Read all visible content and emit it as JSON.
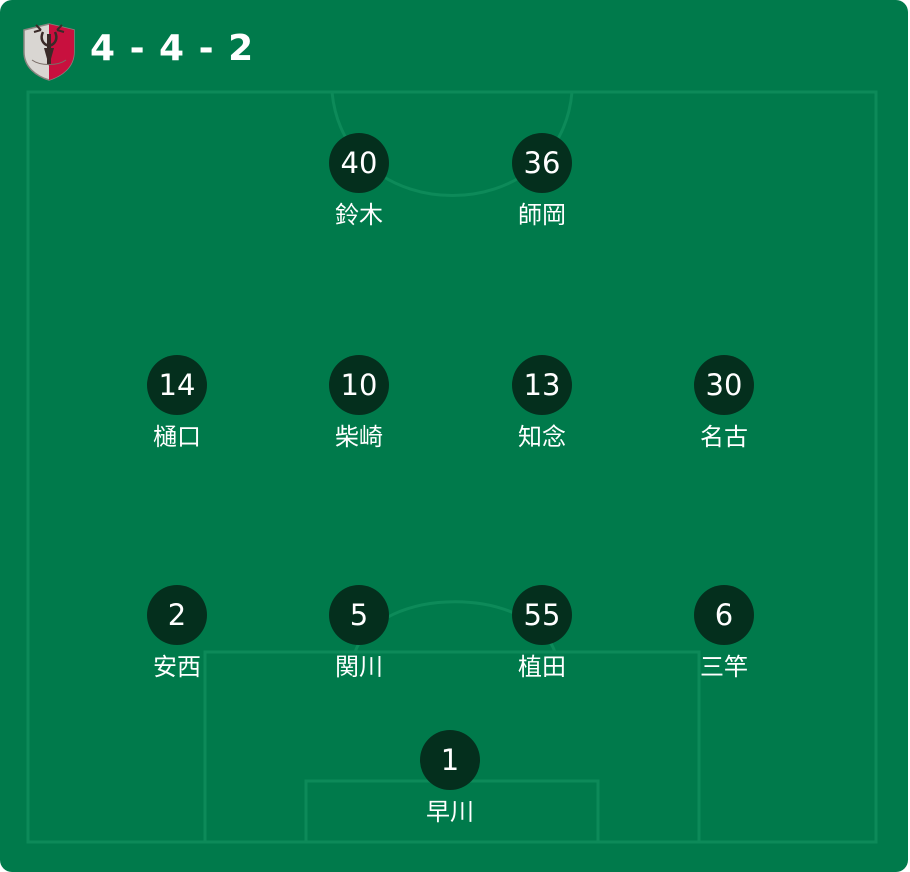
{
  "team": {
    "crest": "team-crest-icon",
    "formation": "4 - 4 - 2"
  },
  "colors": {
    "pitch": "#007a4b",
    "pitch_lines": "#0d8a59",
    "player_circle": "#042f1d",
    "text": "#ffffff",
    "crest_red": "#c8103e",
    "crest_silver": "#d9d6d2"
  },
  "forwards": [
    {
      "number": "40",
      "name": "鈴木"
    },
    {
      "number": "36",
      "name": "師岡"
    }
  ],
  "midfielders": [
    {
      "number": "14",
      "name": "樋口"
    },
    {
      "number": "10",
      "name": "柴崎"
    },
    {
      "number": "13",
      "name": "知念"
    },
    {
      "number": "30",
      "name": "名古"
    }
  ],
  "defenders": [
    {
      "number": "2",
      "name": "安西"
    },
    {
      "number": "5",
      "name": "関川"
    },
    {
      "number": "55",
      "name": "植田"
    },
    {
      "number": "6",
      "name": "三竿"
    }
  ],
  "goalkeeper": {
    "number": "1",
    "name": "早川"
  }
}
